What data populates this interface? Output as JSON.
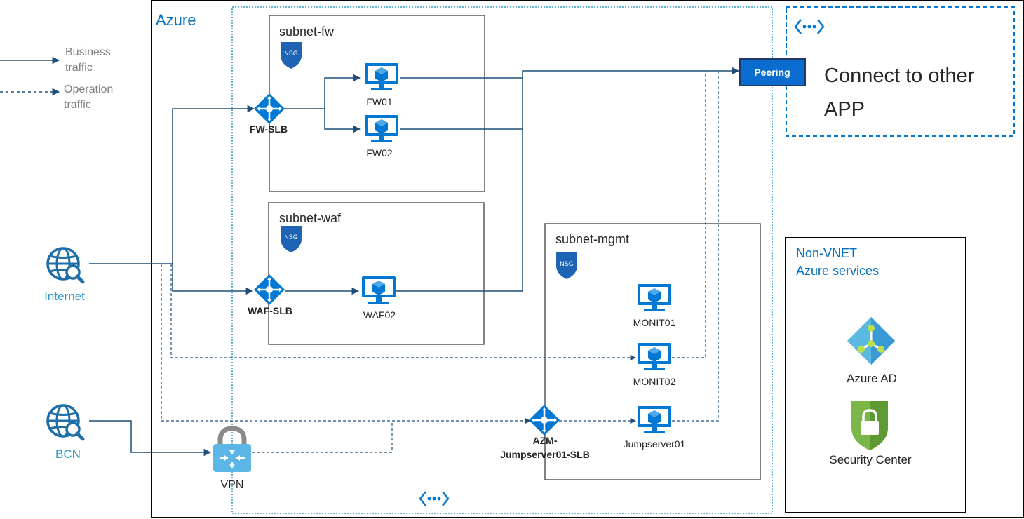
{
  "legend": {
    "business": [
      "Business",
      "traffic"
    ],
    "operation": [
      "Operation",
      "traffic"
    ]
  },
  "azure": {
    "title": "Azure"
  },
  "subnets": {
    "fw": {
      "title": "subnet-fw",
      "nsg": "NSG"
    },
    "waf": {
      "title": "subnet-waf",
      "nsg": "NSG"
    },
    "mgmt": {
      "title": "subnet-mgmt",
      "nsg": "NSG"
    }
  },
  "nodes": {
    "fw_slb": "FW-SLB",
    "fw01": "FW01",
    "fw02": "FW02",
    "waf_slb": "WAF-SLB",
    "waf02": "WAF02",
    "monit01": "MONIT01",
    "monit02": "MONIT02",
    "jumpserver01": "Jumpserver01",
    "jump_slb": [
      "AZM-",
      "Jumpserver01-SLB"
    ],
    "internet": "Internet",
    "bcn": "BCN",
    "vpn": "VPN",
    "peering": "Peering"
  },
  "other_app": {
    "text": [
      "Connect to other",
      "APP"
    ]
  },
  "non_vnet": {
    "title": [
      "Non-VNET",
      "Azure services"
    ],
    "azure_ad": "Azure AD",
    "security_center": "Security Center"
  },
  "colors": {
    "line": "#1f4e79",
    "vnet_border": "#2e9ac9",
    "azure_blue": "#0078d4",
    "peering_fill": "#0a6ccf",
    "security_green": "#7ab648"
  }
}
